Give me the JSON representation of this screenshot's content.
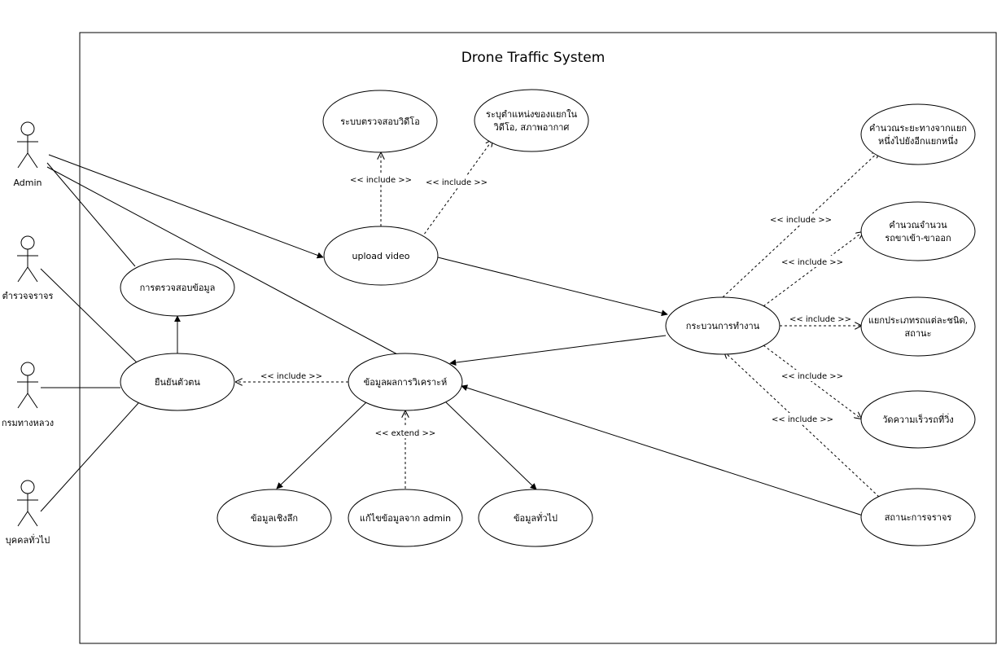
{
  "system": {
    "title": "Drone Traffic System"
  },
  "actors": {
    "admin": "Admin",
    "police": "ตำรวจจราจร",
    "highways": "กรมทางหลวง",
    "public": "บุคคลทั่วไป"
  },
  "use_cases": {
    "video_check": "ระบบตรวจสอบวิดีโอ",
    "locate_1": "ระบุตำแหน่งของแยกใน",
    "locate_2": "วิดีโอ, สภาพอากาศ",
    "upload": "upload video",
    "data_check": "การตรวจสอบข้อมูล",
    "verify": "ยืนยันตัวตน",
    "analysis": "ข้อมูลผลการวิเคราะห์",
    "process": "กระบวนการทำงาน",
    "distance_1": "คำนวณระยะทางจากแยก",
    "distance_2": "หนึ่งไปยังอีกแยกหนึ่ง",
    "count_1": "คำนวณจำนวน",
    "count_2": "รถขาเข้า-ขาออก",
    "classify_1": "แยกประเภทรถแต่ละชนิด,",
    "classify_2": "สถานะ",
    "speed": "วัดความเร็วรถที่วิ่ง",
    "traffic": "สถานะการจราจร",
    "deep": "ข้อมูลเชิงลึก",
    "edit": "แก้ไขข้อมูลจาก admin",
    "general": "ข้อมูลทั่วไป"
  },
  "relations": {
    "include": "<< include >>",
    "extend": "<< extend >>"
  }
}
